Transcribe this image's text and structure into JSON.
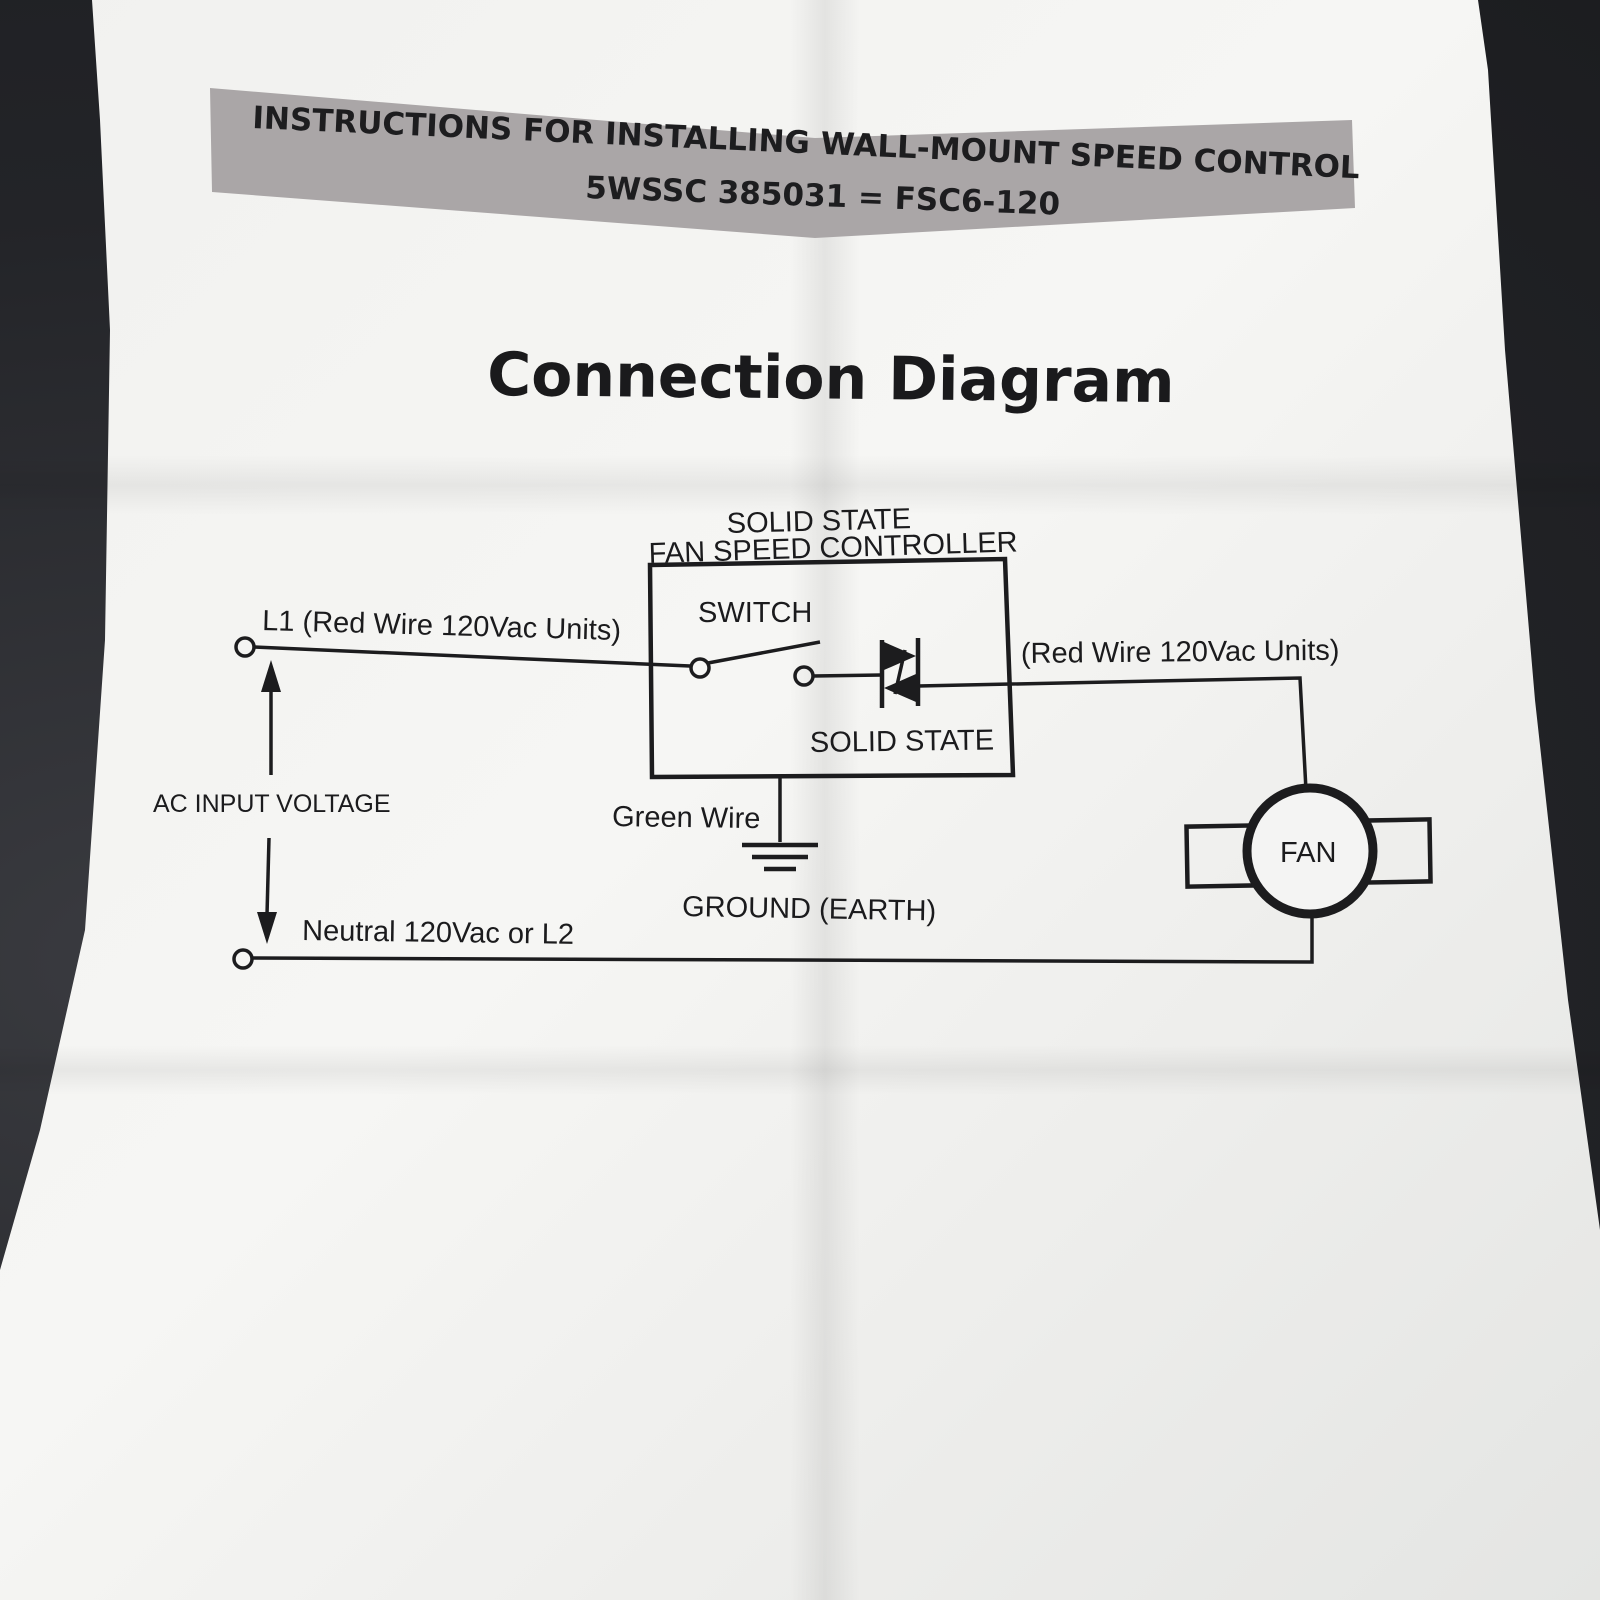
{
  "header": {
    "line1": "INSTRUCTIONS FOR INSTALLING WALL-MOUNT SPEED CONTROL",
    "line2": "5WSSC 385031 =  FSC6-120",
    "band_color": "#aaa6a7"
  },
  "title": "Connection Diagram",
  "controller": {
    "label_line1": "SOLID STATE",
    "label_line2": "FAN SPEED CONTROLLER",
    "switch_label": "SWITCH",
    "solid_state_label": "SOLID STATE"
  },
  "wires": {
    "l1_label": "L1 (Red Wire 120Vac Units)",
    "output_label": "(Red Wire 120Vac Units)",
    "green_wire_label": "Green Wire",
    "ground_label": "GROUND (EARTH)",
    "ac_input_label": "AC INPUT VOLTAGE",
    "neutral_label": "Neutral 120Vac or L2"
  },
  "fan": {
    "label": "FAN"
  },
  "colors": {
    "paper": "#f3f3f1",
    "ink": "#1c1c1e",
    "background": "#232428"
  }
}
